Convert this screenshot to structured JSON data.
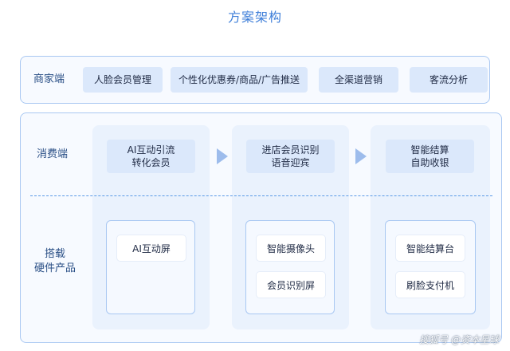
{
  "title": "方案架构",
  "merchant": {
    "label": "商家端",
    "items": [
      "人脸会员管理",
      "个性化优惠券/商品/广告推送",
      "全渠道营销",
      "客流分析"
    ]
  },
  "consumer": {
    "label": "消费端",
    "steps": [
      {
        "line1": "AI互动引流",
        "line2": "转化会员"
      },
      {
        "line1": "进店会员识别",
        "line2": "语音迎宾"
      },
      {
        "line1": "智能结算",
        "line2": "自助收银"
      }
    ]
  },
  "hardware": {
    "label_line1": "搭载",
    "label_line2": "硬件产品",
    "groups": [
      [
        "AI互动屏"
      ],
      [
        "智能摄像头",
        "会员识别屏"
      ],
      [
        "智能结算台",
        "刷脸支付机"
      ]
    ]
  },
  "watermark": "搜狐号 @资本星球"
}
